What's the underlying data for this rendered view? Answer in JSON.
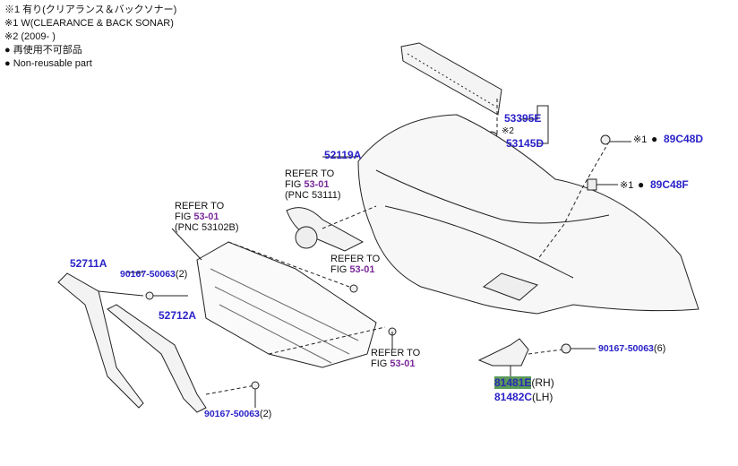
{
  "legend": [
    "※1  有り(クリアランス＆バックソナー)",
    "※1  W(CLEARANCE & BACK SONAR)",
    "※2 (2009-      )",
    "● 再使用不可部品",
    "● Non-reusable part"
  ],
  "parts": {
    "p53395E": "53395E",
    "p53145D": "53145D",
    "note2": "※2",
    "p52119A": "52119A",
    "note1a": "※1",
    "p89C48D": "89C48D",
    "note1b": "※1",
    "p89C48F": "89C48F",
    "p52711A": "52711A",
    "p52712A": "52712A",
    "clip_a": "90167-50063",
    "clip_a_qty": "(2)",
    "clip_b": "90167-50063",
    "clip_b_qty": "(2)",
    "clip_c": "90167-50063",
    "clip_c_qty": "(6)",
    "p81481E": "81481E",
    "p81481E_side": "(RH)",
    "p81482C": "81482C",
    "p81482C_side": "(LH)"
  },
  "refs": {
    "r1": {
      "line1": "REFER TO",
      "fig": "FIG",
      "fignum": "53-01",
      "pnc": "(PNC 53111)"
    },
    "r2": {
      "line1": "REFER TO",
      "fig": "FIG",
      "fignum": "53-01",
      "pnc": "(PNC 53102B)"
    },
    "r3": {
      "line1": "REFER TO",
      "fig": "FIG",
      "fignum": "53-01"
    },
    "r4": {
      "line1": "REFER TO",
      "fig": "FIG",
      "fignum": "53-01"
    }
  },
  "colors": {
    "part_link": "#2a22c8",
    "fig_link": "#7a2a9a",
    "highlight": "#5a9a5a"
  }
}
